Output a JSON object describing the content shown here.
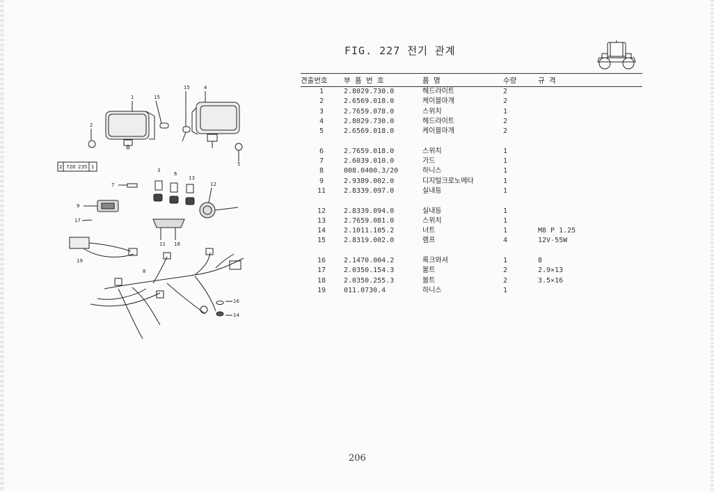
{
  "figure": {
    "title": "FIG. 227 전기 관계",
    "ref_box": [
      "2",
      "728",
      "235",
      "1"
    ]
  },
  "table": {
    "headers": {
      "no": "견출번호",
      "part": "부 품 번 호",
      "name": "품         명",
      "qty": "수량",
      "spec": "규              격"
    },
    "groups": [
      [
        {
          "no": "1",
          "part": "2.8029.730.0",
          "name": "헤드라이트",
          "qty": "2",
          "spec": ""
        },
        {
          "no": "2",
          "part": "2.6569.018.0",
          "name": "케이블마개",
          "qty": "2",
          "spec": ""
        },
        {
          "no": "3",
          "part": "2.7659.078.0",
          "name": "스위치",
          "qty": "1",
          "spec": ""
        },
        {
          "no": "4",
          "part": "2.8029.730.0",
          "name": "헤드라이트",
          "qty": "2",
          "spec": ""
        },
        {
          "no": "5",
          "part": "2.6569.018.0",
          "name": "케이블마개",
          "qty": "2",
          "spec": ""
        }
      ],
      [
        {
          "no": "6",
          "part": "2.7659.018.0",
          "name": "스위치",
          "qty": "1",
          "spec": ""
        },
        {
          "no": "7",
          "part": "2.6039.010.0",
          "name": "가드",
          "qty": "1",
          "spec": ""
        },
        {
          "no": "8",
          "part": "008.0400.3/20",
          "name": "하니스",
          "qty": "1",
          "spec": ""
        },
        {
          "no": "9",
          "part": "2.9389.002.0",
          "name": "디지털크로노메타",
          "qty": "1",
          "spec": ""
        },
        {
          "no": "11",
          "part": "2.8339.097.0",
          "name": "실내등",
          "qty": "1",
          "spec": ""
        }
      ],
      [
        {
          "no": "12",
          "part": "2.8339.094.0",
          "name": "실내등",
          "qty": "1",
          "spec": ""
        },
        {
          "no": "13",
          "part": "2.7659.081.0",
          "name": "스위치",
          "qty": "1",
          "spec": ""
        },
        {
          "no": "14",
          "part": "2.1011.105.2",
          "name": "너트",
          "qty": "1",
          "spec": "M8 P 1.25"
        },
        {
          "no": "15",
          "part": "2.8319.002.0",
          "name": "램프",
          "qty": "4",
          "spec": "12V-55W"
        }
      ],
      [
        {
          "no": "16",
          "part": "2.1470.004.2",
          "name": "록크와셔",
          "qty": "1",
          "spec": "8"
        },
        {
          "no": "17",
          "part": "2.0350.154.3",
          "name": "볼트",
          "qty": "2",
          "spec": "2.9×13"
        },
        {
          "no": "18",
          "part": "2.0350.255.3",
          "name": "볼트",
          "qty": "2",
          "spec": "3.5×16"
        },
        {
          "no": "19",
          "part": "011.0730.4",
          "name": "하니스",
          "qty": "1",
          "spec": ""
        }
      ]
    ]
  },
  "diagram": {
    "callouts": [
      "1",
      "15",
      "15",
      "4",
      "2",
      "5",
      "3",
      "6",
      "13",
      "7",
      "12",
      "9",
      "17",
      "11",
      "18",
      "19",
      "8",
      "16",
      "14"
    ]
  },
  "page_number": "206"
}
